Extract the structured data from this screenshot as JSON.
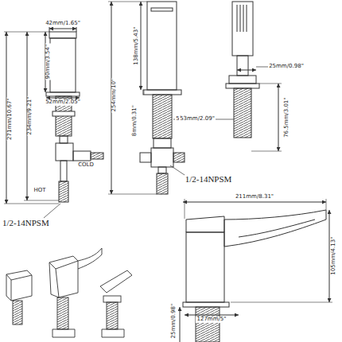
{
  "diagram": {
    "labels": [
      "42mm/1.65\"",
      "90mm/3.54\"",
      "52mm/2.05\"",
      "234mm/9.21\"",
      "271mm/10.67\"",
      "COLD",
      "HOT",
      "1/2-14NPSM",
      "138mm/5.43\"",
      "254mm/10\"",
      "8mm/0.31\"",
      "53mm/2.09\"",
      "1/2-14NPSM",
      "25mm/0.98\"",
      "53mm/2.09\"",
      "76.5mm/3.01\"",
      "211mm/8.31\"",
      "105mm/4.13\"",
      "127mm/5\"",
      "25mm/0.98\""
    ]
  }
}
